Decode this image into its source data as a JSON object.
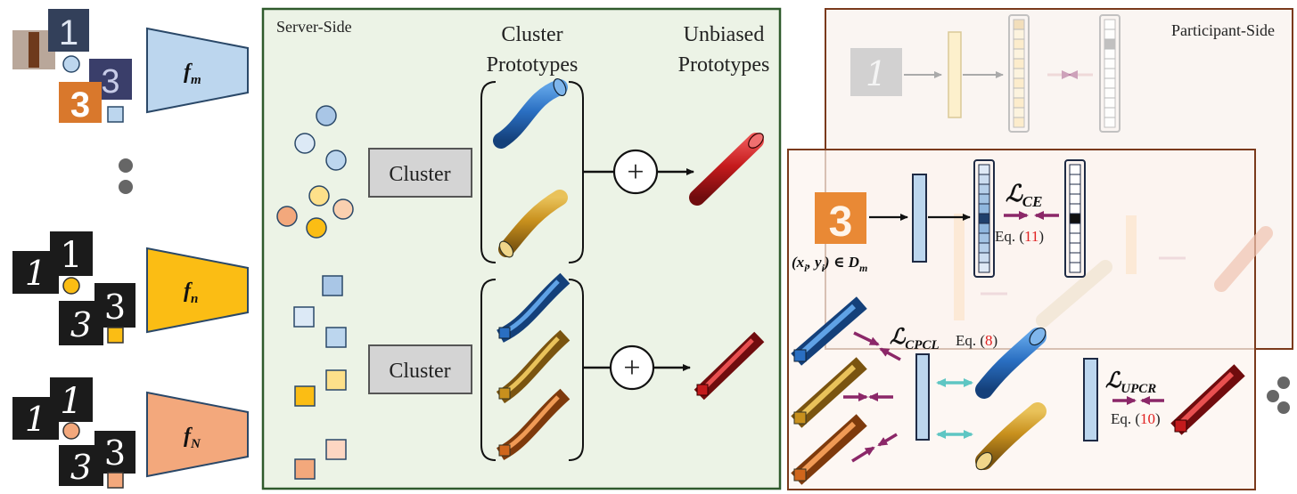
{
  "clients": [
    {
      "encoder_label": "f",
      "encoder_sub": "m",
      "digit_top": "1",
      "digit_bottom": "3",
      "color": "#bcd6ee"
    },
    {
      "encoder_label": "f",
      "encoder_sub": "n",
      "digit_top": "1",
      "digit_bottom": "3",
      "color": "#fbbd14"
    },
    {
      "encoder_label": "f",
      "encoder_sub": "N",
      "digit_top": "1",
      "digit_bottom": "3",
      "color": "#f3a87c"
    }
  ],
  "server": {
    "title": "Server-Side",
    "cluster_prototypes_line1": "Cluster",
    "cluster_prototypes_line2": "Prototypes",
    "unbiased_line1": "Unbiased",
    "unbiased_line2": "Prototypes",
    "cluster_label_top": "Cluster",
    "cluster_label_bottom": "Cluster",
    "plus_symbol": "+"
  },
  "participant": {
    "title": "Participant-Side",
    "input_digit": "3",
    "data_label_a": "(x",
    "data_label_sub_i1": "i",
    "data_label_b": ", y",
    "data_label_sub_i2": "i",
    "data_label_c": ") ∈ D",
    "data_label_sub_m": "m",
    "ghost_digit": "1"
  },
  "losses": {
    "ce_main": "ℒ",
    "ce_sub": "CE",
    "ce_eq_prefix": "Eq. (",
    "ce_eq_num": "11",
    "ce_eq_suffix": ")",
    "cpcl_main": "ℒ",
    "cpcl_sub": "CPCL",
    "cpcl_eq_prefix": "Eq. (",
    "cpcl_eq_num": "8",
    "cpcl_eq_suffix": ")",
    "upcr_main": "ℒ",
    "upcr_sub": "UPCR",
    "upcr_eq_prefix": "Eq. (",
    "upcr_eq_num": "10",
    "upcr_eq_suffix": ")"
  },
  "colors": {
    "server_border": "#2f5a2c",
    "server_bg": "#ecf3e6",
    "participant_border": "#7a3a1c",
    "blue_proto": "#2a6fc2",
    "gold_proto": "#c8901d",
    "orange_proto": "#d0661c",
    "red_proto": "#c41a1c",
    "pull_arrow": "#8b2768",
    "push_arrow": "#5ec6c3",
    "eq_number": "#e02020"
  }
}
